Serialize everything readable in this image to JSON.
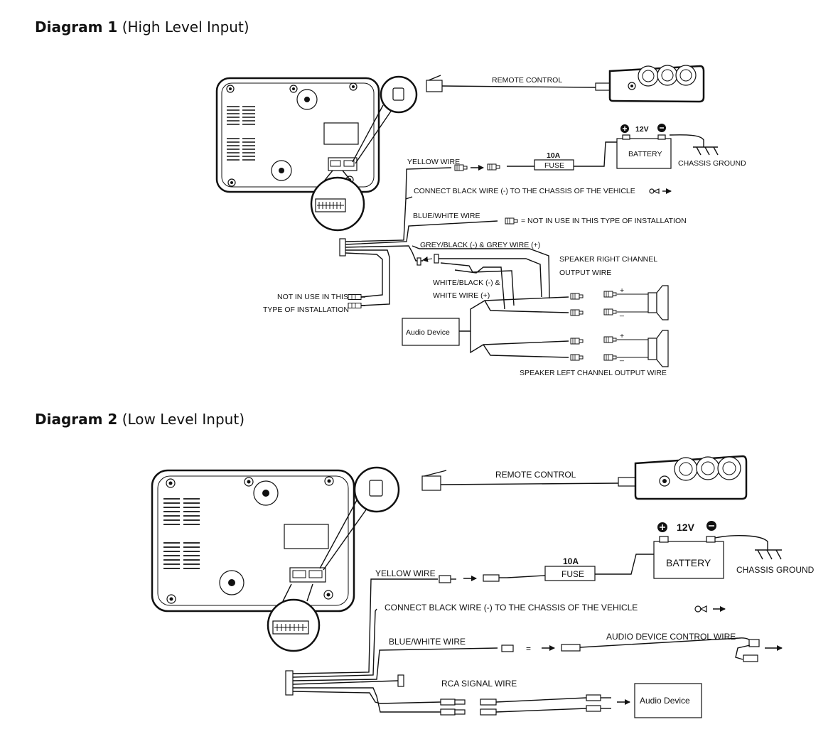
{
  "diagram1": {
    "title_bold": "Diagram 1",
    "title_rest": " (High Level Input)",
    "labels": {
      "remote_control": "REMOTE CONTROL",
      "volt": "12V",
      "battery": "BATTERY",
      "fuse_rating": "10A",
      "fuse": "FUSE",
      "chassis_ground": "CHASSIS GROUND",
      "yellow_wire": "YELLOW WIRE",
      "black_wire": "CONNECT BLACK WIRE (-) TO THE CHASSIS OF THE VEHICLE",
      "blue_white_wire": "BLUE/WHITE WIRE",
      "not_in_use": "= NOT IN USE IN THIS TYPE OF INSTALLATION",
      "grey_wire": "GREY/BLACK (-) & GREY WIRE (+)",
      "speaker_right_1": "SPEAKER RIGHT CHANNEL",
      "speaker_right_2": "OUTPUT WIRE",
      "white_wire_1": "WHITE/BLACK (-) &",
      "white_wire_2": "WHITE WIRE (+)",
      "not_in_use_rca_1": "NOT IN USE IN THIS",
      "not_in_use_rca_2": "TYPE OF INSTALLATION",
      "audio_device": "Audio Device",
      "speaker_left": "SPEAKER LEFT CHANNEL OUTPUT WIRE"
    }
  },
  "diagram2": {
    "title_bold": "Diagram 2",
    "title_rest": " (Low Level Input)",
    "labels": {
      "remote_control": "REMOTE CONTROL",
      "volt": "12V",
      "battery": "BATTERY",
      "fuse_rating": "10A",
      "fuse": "FUSE",
      "chassis_ground": "CHASSIS GROUND",
      "yellow_wire": "YELLOW WIRE",
      "black_wire": "CONNECT BLACK WIRE (-) TO THE CHASSIS OF THE VEHICLE",
      "blue_white_wire": "BLUE/WHITE WIRE",
      "equals": "=",
      "audio_control_wire": "AUDIO DEVICE CONTROL WIRE",
      "rca_signal_wire": "RCA SIGNAL WIRE",
      "audio_device": "Audio Device"
    }
  }
}
